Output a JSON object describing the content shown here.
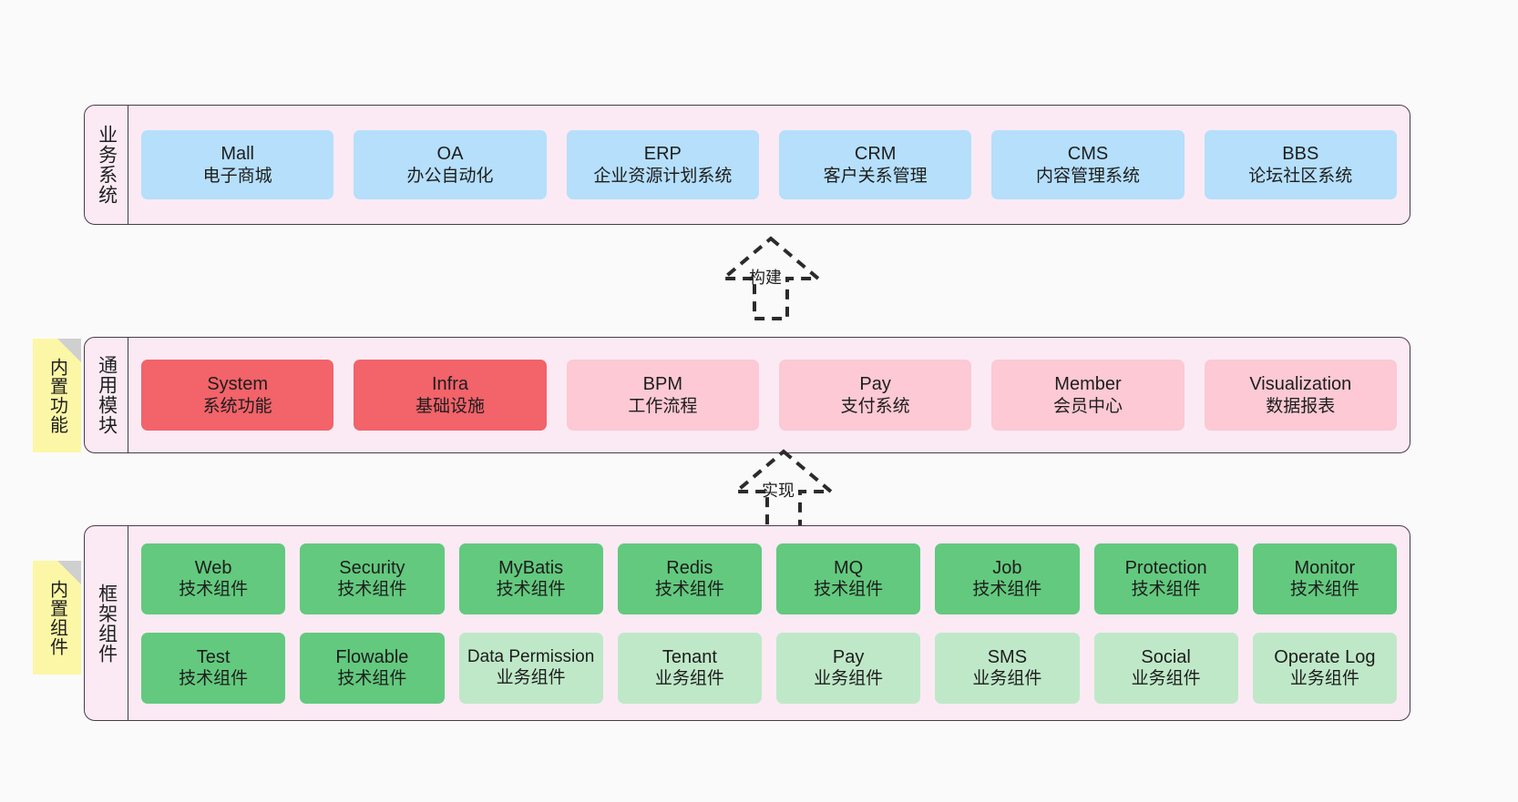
{
  "diagram": {
    "title": "",
    "background": "#fafafa",
    "colors": {
      "panel_bg": "#fbeaf4",
      "panel_border": "#4a3b4a",
      "business": "#b5dffb",
      "module_core": "#f2636a",
      "module_opt": "#fcc9d4",
      "framework_tech": "#63c97e",
      "framework_biz": "#bfe8c8",
      "note_bg": "#fcf7a6",
      "note_fold": "#cfcfcf"
    }
  },
  "layers": {
    "business": {
      "title": "业务系统",
      "cards": [
        {
          "en": "Mall",
          "cn": "电子商城"
        },
        {
          "en": "OA",
          "cn": "办公自动化"
        },
        {
          "en": "ERP",
          "cn": "企业资源计划系统"
        },
        {
          "en": "CRM",
          "cn": "客户关系管理"
        },
        {
          "en": "CMS",
          "cn": "内容管理系统"
        },
        {
          "en": "BBS",
          "cn": "论坛社区系统"
        }
      ]
    },
    "module": {
      "title": "通用模块",
      "note": "内置功能",
      "cards": [
        {
          "en": "System",
          "cn": "系统功能",
          "tone": "core"
        },
        {
          "en": "Infra",
          "cn": "基础设施",
          "tone": "core"
        },
        {
          "en": "BPM",
          "cn": "工作流程",
          "tone": "opt"
        },
        {
          "en": "Pay",
          "cn": "支付系统",
          "tone": "opt"
        },
        {
          "en": "Member",
          "cn": "会员中心",
          "tone": "opt"
        },
        {
          "en": "Visualization",
          "cn": "数据报表",
          "tone": "opt"
        }
      ]
    },
    "framework": {
      "title": "框架组件",
      "note": "内置组件",
      "row1": [
        {
          "en": "Web",
          "cn": "技术组件",
          "tone": "tech"
        },
        {
          "en": "Security",
          "cn": "技术组件",
          "tone": "tech"
        },
        {
          "en": "MyBatis",
          "cn": "技术组件",
          "tone": "tech"
        },
        {
          "en": "Redis",
          "cn": "技术组件",
          "tone": "tech"
        },
        {
          "en": "MQ",
          "cn": "技术组件",
          "tone": "tech"
        },
        {
          "en": "Job",
          "cn": "技术组件",
          "tone": "tech"
        },
        {
          "en": "Protection",
          "cn": "技术组件",
          "tone": "tech"
        },
        {
          "en": "Monitor",
          "cn": "技术组件",
          "tone": "tech"
        }
      ],
      "row2": [
        {
          "en": "Test",
          "cn": "技术组件",
          "tone": "tech"
        },
        {
          "en": "Flowable",
          "cn": "技术组件",
          "tone": "tech"
        },
        {
          "en": "Data Permission",
          "cn": "业务组件",
          "tone": "biz"
        },
        {
          "en": "Tenant",
          "cn": "业务组件",
          "tone": "biz"
        },
        {
          "en": "Pay",
          "cn": "业务组件",
          "tone": "biz"
        },
        {
          "en": "SMS",
          "cn": "业务组件",
          "tone": "biz"
        },
        {
          "en": "Social",
          "cn": "业务组件",
          "tone": "biz"
        },
        {
          "en": "Operate Log",
          "cn": "业务组件",
          "tone": "biz"
        }
      ]
    }
  },
  "connectors": [
    {
      "id": "build",
      "label": "构建",
      "from": "module",
      "to": "business"
    },
    {
      "id": "implement",
      "label": "实现",
      "from": "framework",
      "to": "module"
    }
  ]
}
